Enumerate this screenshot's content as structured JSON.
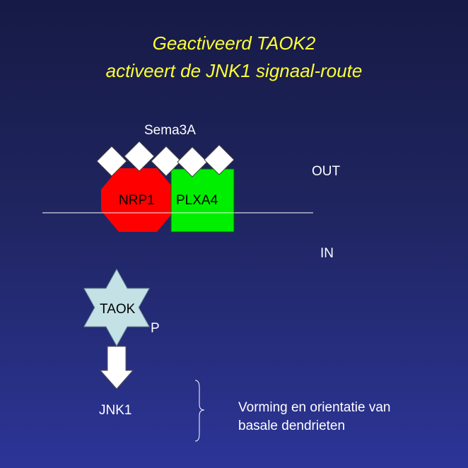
{
  "title": {
    "line1": "Geactiveerd TAOK2",
    "line2": "activeert de JNK1 signaal-route"
  },
  "diagram": {
    "ligand_label": "Sema3A",
    "receptor1_label": "NRP1",
    "receptor2_label": "PLXA4",
    "outside_label": "OUT",
    "inside_label": "IN",
    "kinase_label": "TAOK",
    "phospho_label": "P",
    "target_label": "JNK1",
    "outcome_label_line1": "Vorming en orientatie van",
    "outcome_label_line2": "basale dendrieten"
  },
  "colors": {
    "title": "#ffff33",
    "nrp1": "#ff0000",
    "plxa4": "#00ee00",
    "taok": "#c4e2e6",
    "ligand": "#ffffff"
  }
}
